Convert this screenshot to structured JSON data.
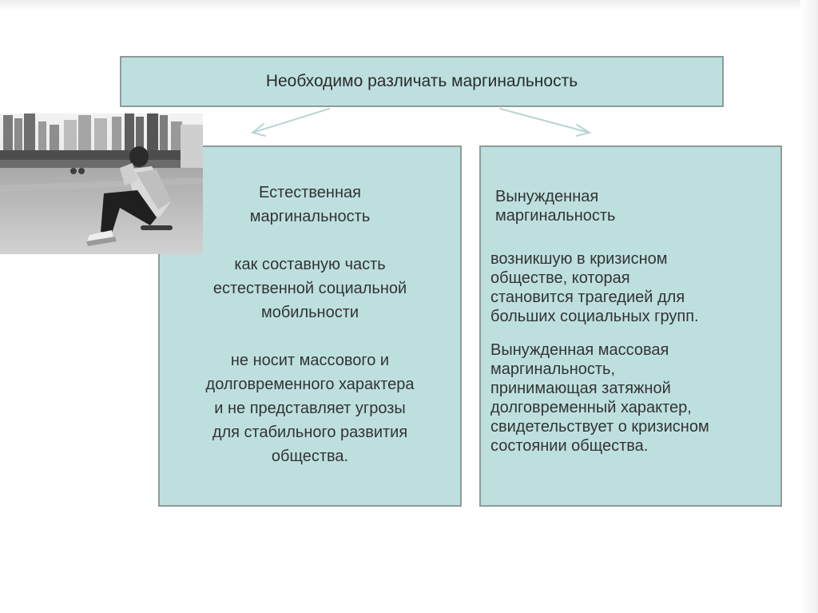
{
  "title": "Необходимо различать маргинальность",
  "left": {
    "title_line1": "Естественная",
    "title_line2": "маргинальность",
    "para1_line1": "как составную часть",
    "para1_line2": "естественной социальной",
    "para1_line3": "мобильности",
    "para2_line1": "не носит массового и",
    "para2_line2": "долговременного характера",
    "para2_line3": "и не представляет угрозы",
    "para2_line4": "для стабильного развития",
    "para2_line5": "общества."
  },
  "right": {
    "title_line1": "Вынужденная",
    "title_line2": "маргинальность",
    "para1_line1": "возникшую в кризисном",
    "para1_line2": "обществе, которая",
    "para1_line3": "становится трагедией для",
    "para1_line4": "больших социальных групп.",
    "para2_line1": "Вынужденная массовая",
    "para2_line2": "маргинальность,",
    "para2_line3": "принимающая затяжной",
    "para2_line4": "долговременный характер,",
    "para2_line5": "свидетельствует о кризисном",
    "para2_line6": "состоянии общества."
  },
  "colors": {
    "box_fill": "#bde0df",
    "box_border": "#8c9c9a",
    "arrow": "#b7d6d4"
  }
}
